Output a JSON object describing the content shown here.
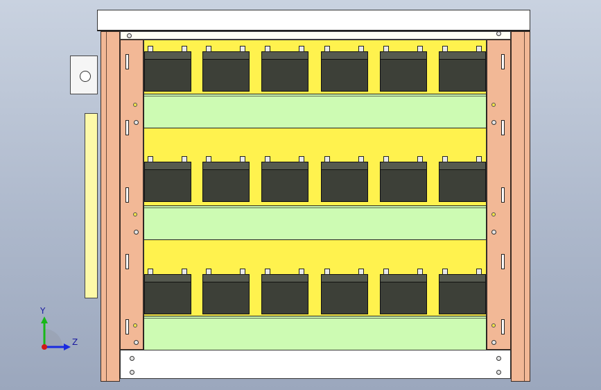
{
  "viewport": {
    "background_top": "#c9d2e0",
    "background_bottom": "#9ba7bd"
  },
  "colors": {
    "frame": "#f2b896",
    "back_panel": "#fff24e",
    "shelf": "#cdfbb3",
    "battery": "#3d4038",
    "side_panel": "#fdf9a8"
  },
  "model": {
    "rows": 3,
    "batteries_per_row": 6
  },
  "triad": {
    "y_label": "Y",
    "z_label": "Z"
  }
}
